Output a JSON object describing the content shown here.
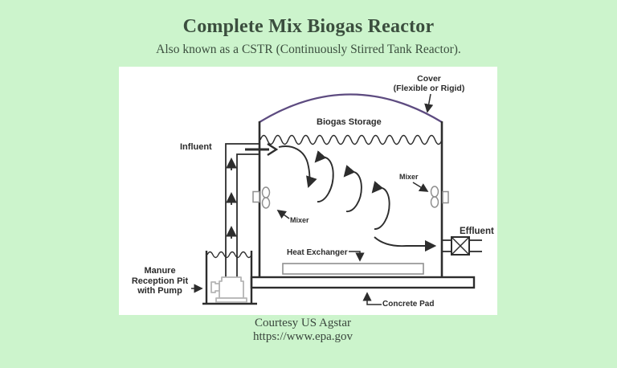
{
  "page": {
    "title": "Complete Mix Biogas Reactor",
    "subtitle": "Also known as a CSTR (Continuously Stirred Tank Reactor).",
    "credit": {
      "line1": "Courtesy US Agstar",
      "line2": "https://www.epa.gov"
    },
    "colors": {
      "background": "#ccf4cc",
      "heading_text": "#3b4e3e",
      "credit_text": "#39453c"
    }
  },
  "diagram": {
    "labels": {
      "cover_line1": "Cover",
      "cover_line2": "(Flexible or Rigid)",
      "biogas_storage": "Biogas Storage",
      "influent": "Influent",
      "mixer_right": "Mixer",
      "mixer_left": "Mixer",
      "effluent": "Effluent",
      "heat_exchanger": "Heat Exchanger",
      "concrete_pad": "Concrete Pad",
      "manure_line1": "Manure",
      "manure_line2": "Reception Pit",
      "manure_line3": "with Pump"
    },
    "colors": {
      "cover_stroke": "#5d4b80",
      "line": "#2d2d2d",
      "equipment_gray": "#8f8f8f",
      "pump_gray": "#b5b5b5",
      "panel_background": "#ffffff"
    }
  }
}
